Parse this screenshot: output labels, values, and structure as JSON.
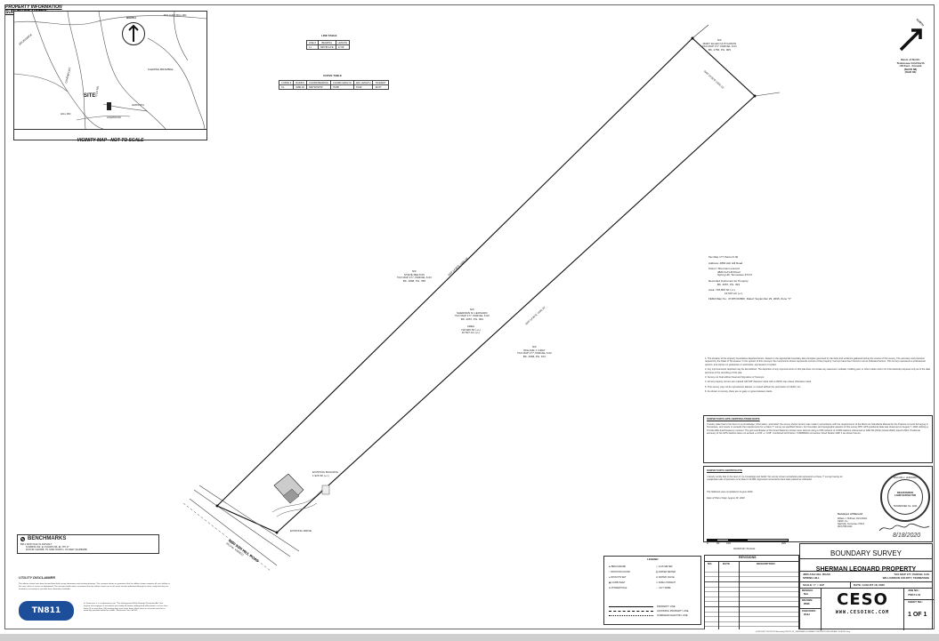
{
  "vicinity": {
    "title": "VICINITY MAP - NOT TO SCALE",
    "site_label": "SITE",
    "north_label": "NORTH",
    "roads": [
      "PULLIAM MILL RD",
      "BRUNSWICK",
      "DAVENPORT",
      "FLEMING BRAMBLE",
      "COX RD",
      "GRIFFITH",
      "HILL RD",
      "ASHWOOD"
    ]
  },
  "line_table": {
    "title": "LINE TABLE",
    "headers": [
      "LINE #",
      "BEARING",
      "LENGTH"
    ],
    "rows": [
      [
        "L1",
        "N46°51'14\"E",
        "17.06'"
      ]
    ]
  },
  "curve_table": {
    "title": "CURVE TABLE",
    "headers": [
      "CURVE #",
      "RADIUS",
      "CHORD BEARING",
      "CHORD LENGTH",
      "ARC LENGTH",
      "TANGENT"
    ],
    "rows": [
      [
        "C1",
        "1058.10'",
        "N60°00'00\"W",
        "79.88'",
        "79.92'",
        "39.97'"
      ]
    ]
  },
  "north_basis": {
    "lines": [
      "Basis of North:",
      "Tennessee Grid North",
      "US Feet - Ground",
      "(NAVD 88)",
      "(NAD 83)"
    ]
  },
  "plat_labels": {
    "top_owner": [
      "N/F",
      "MARY ELLEN HUTCHISON",
      "TAX MAP 177, PARCEL 6.01",
      "BK. 1756, PG. 905"
    ],
    "left_owner": [
      "N/F",
      "STEVE MELTON",
      "TAX MAP 177, PARCEL 6.03",
      "BK. 1898, PG. 788"
    ],
    "center_owner": [
      "N/F",
      "SHERMAN M. LEONARD",
      "TAX MAP 177, PARCEL 6.00",
      "BK. 4657, PG. 393"
    ],
    "area": [
      "AREA",
      "718,609 SF (+/-)",
      "16.507 AC (+/-)"
    ],
    "right_owner": [
      "N/F",
      "WILLIAM J. GRAY",
      "TAX MAP 177, PARCEL 6.02",
      "BK. 4668, PG. 154"
    ],
    "top_bearing": "N44°14'30\"E  1456.19'",
    "mid_bearing_left": "N44°14'30\"E  1456.19'",
    "mid_bearing_right": "N44°14'30\"E  1450.10'",
    "road_name": [
      "4860 ASH HILL ROAD",
      "(R.O.W. VARIES)"
    ],
    "site_notes": [
      "EXISTING BUILDING",
      "1,926 SF (+/-)",
      "EXISTING DRIVE"
    ]
  },
  "property_info": {
    "title": "PROPERTY INFORMATION",
    "lines": [
      "Tax Map 177 Parcel 6.00",
      "Address: 4860 Ash Hill Road",
      "Owner: Sherman Leonard",
      "4860 Ash Hill Road",
      "Spring Hill, Tennessee 37174",
      "Recorded Instrument for Property:",
      "BK. 4657, PG. 393",
      "Area:    718,609 SF (+/-)",
      "16.507 AC (+/-)",
      "FEMA Map No.: 47187C0380F; Dated: September 29, 2006; Zone \"X\""
    ]
  },
  "surveyor_notes": {
    "title": "SURVEYOR NOTES",
    "items": [
      "1. The location of the property boundaries depicted herein, based on the appropriate boundary law principles governed by the facts and evidence gathered during the course of this survey. The accuracy and precision required by the State of Tennessee. In the opinion of this surveyor the monuments shown represents corners of the property. Corners have been found or set as indicated hereon. This survey represents a professional opinion, and carries no guarantee or warranties, expressed or implied.",
      "2. Any improvements depicted may be demolished. The depiction of any improvements on this plat does not create any easement, setback, building pad, or other matter and is for informational purposes only as of the date and time of the recording of this plat.",
      "3. Survey not final without Seal and Signature of Surveyor.",
      "4. All set property corners are marked with 5/8\" diameter rebar with a CESO cap unless otherwise noted.",
      "5. This survey may not be reproduced, altered, or copied without the permission of CESO, Inc.",
      "6. As shown on survey, there are no gaps or gores between tracts."
    ]
  },
  "gps_cert": {
    "title": "SURVEYOR'S GPS CERTIFICATION NOTE",
    "text": "I hereby state that to the best of my knowledge, information, and belief: the survey shown hereon was made in accordance with the requirements of the Minimum Standards Manual for the Practice of Land Surveying in Tennessee, and meets or exceeds the requirements for a Class \"I\" survey as specified therein. For boundary and topographic aspects of this survey RTK GPS positional data was observed on August 7, 2020 utilizing a Trimble R8s dual frequency receiver. The grid coordinates of the Fixed Station(s) shown were derived using a VRS network of CORS stations referenced to NAD 83 (2011) (Geoid 2018), Epoch 2010. Positional accuracy of the GPS stations does not exceed +/-0.05' +/- 0.08'. Combined Grid Factor: 0.99996919 conversion Fixed Station GRF 1 as shown hereon."
  },
  "surveyor_cert": {
    "title": "SURVEYOR'S CERTIFICATE",
    "text": "I hereby certify that to the best of my knowledge and belief: the survey shown substitutes plat represents a Class \"I\" survey having an unadjusted ratio of precision of at least 1:10,000. Approved monuments have been placed as indicated.",
    "line2": "The fieldwork was completed in August 2020.",
    "line3": "Date of Plat or Map: August 18, 2020",
    "surveyor_title": "Surveyor of Record",
    "surveyor_lines": [
      "William J. Huffman, RLS #1021",
      "CESO, Inc.",
      "Nashville, Tennessee 37214",
      "(615) 555-0100"
    ],
    "seal_lines": [
      "WILLIAM J. HUFFMAN",
      "REGISTERED",
      "LAND SURVEYOR",
      "TENNESSEE No. 1021"
    ],
    "signature_date": "8/18/2020"
  },
  "benchmarks": {
    "title": "BENCHMARKS",
    "lines": [
      "BM-1  IRON NAIL IN ASPHALT",
      "N:338453.332, E:1722465.336, EL:787.17",
      "DATUM: NAVD88, TN GRID NORTH, US FEET (NAD83/86)"
    ]
  },
  "utility_disclaimer": {
    "title": "UTILITY DISCLAIMER",
    "text": "The utilities shown have been located from field survey information and existing drawings. The surveyor makes no guarantee that the utilities shown comprise all such utilities in the area, either in service or abandoned. The surveyor further does not warrant that the utilities shown are in the exact location indicated although he does certify that they are located as accurately as possible from information available.",
    "tn811_text": "In Tennessee, it is a requirement, per \"The Underground Utility Damage Prevention Act\" that anyone who engages in excavation must notify all known underground utility owners, no less than three (3) or more than (10) working days prior to the date of their intent to excavate and also to avoid any possible hazard or conflict. Tennessee One Call 811.",
    "tn811_logo": "TN811"
  },
  "scale": {
    "label": "GRAPHIC SCALE",
    "ticks": [
      "0",
      "50",
      "100",
      "200"
    ]
  },
  "legend": {
    "title": "LEGEND",
    "left_items": [
      "BENCHMARK",
      "IRON PIN FOUND",
      "IRON PIN SET",
      "CURB INLET",
      "POWER POLE"
    ],
    "right_items": [
      "GAS METER",
      "WATER METER",
      "WATER VALVE",
      "FIRE HYDRANT",
      "GUY WIRE"
    ],
    "line_items": [
      "PROPERTY LINE",
      "ADJOINING PROPERTY LINE",
      "OVERHEAD ELECTRIC LINE"
    ]
  },
  "revisions": {
    "title": "REVISIONS",
    "headers": [
      "NO.",
      "DATE",
      "DESCRIPTION"
    ]
  },
  "title_block": {
    "doc_title": "BOUNDARY SURVEY",
    "project": "SHERMAN LEONARD PROPERTY",
    "addr_left": [
      "4860 ASH HILL ROAD",
      "SPRING HILL"
    ],
    "addr_right": [
      "TAX MAP 177, PARCEL 6.00",
      "WILLIAMSON COUNTY, TENNESSEE"
    ],
    "scale": "SCALE: 1\" = 100'",
    "date": "DATE: AUGUST 18, 2020",
    "design_label": "DESIGN:",
    "design_val": "N/A",
    "drawn_label": "DRAWN:",
    "drawn_val": "RMK",
    "checked_label": "CHECKED:",
    "checked_val": "WJH",
    "company": "CESO",
    "company_url": "WWW.CESOINC.COM",
    "job_label": "JOB NO.:",
    "job_val": "758171-01",
    "sheet_label": "SHEET NO.:",
    "sheet_val": "1 OF 1"
  },
  "file_path": "H:\\PROJECTS\\758171\\Boundary\\758171-01_SHERMAN LEONARD PROPERTY\\BOUNDARY SURVEY.dwg"
}
